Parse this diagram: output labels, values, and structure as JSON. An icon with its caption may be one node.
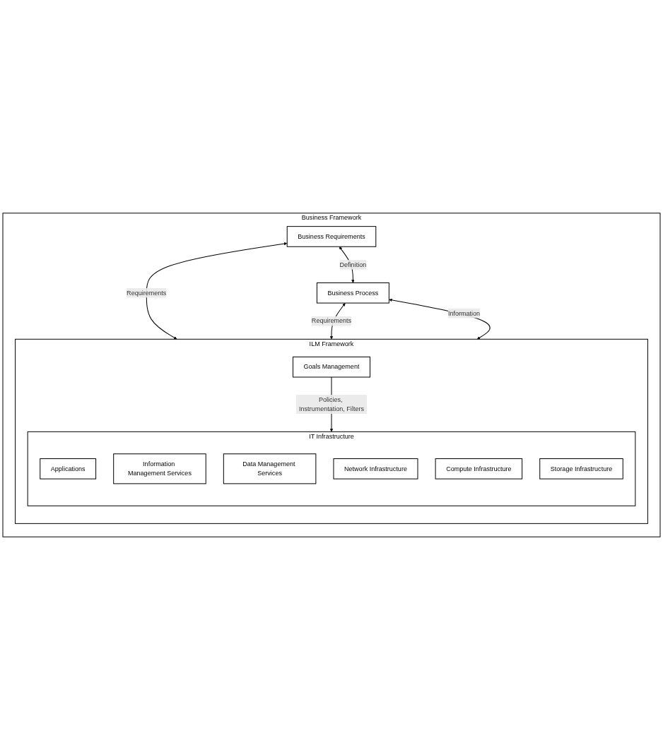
{
  "diagram": {
    "nodes": [
      {
        "text": [
          "Business Framework"
        ]
      },
      {
        "text": [
          "Business Requirements"
        ],
        "in": 0
      },
      {
        "text": [
          "Business Process"
        ],
        "in": 0
      },
      {
        "text": [
          "ILM Framework"
        ],
        "in": 0
      },
      {
        "text": [
          "Goals Management"
        ],
        "in": 3
      },
      {
        "text": [
          "IT Infrastructure"
        ],
        "in": 3
      },
      {
        "text": [
          "Applications"
        ],
        "in": 5
      },
      {
        "text": [
          "Information Management Services"
        ],
        "in": 5
      },
      {
        "text": [
          "Data Management Services"
        ],
        "in": 5
      },
      {
        "text": [
          "Network Infrastructure"
        ],
        "in": 5
      },
      {
        "text": [
          "Compute Infrastructure"
        ],
        "in": 5
      },
      {
        "text": [
          "Storage Infrastructure"
        ],
        "in": 5
      }
    ],
    "edges": [
      {
        "from": 1,
        "to": 2,
        "arrow": "both",
        "label": "Definition"
      },
      {
        "from": 1,
        "to": 3,
        "arrow": "both",
        "label": "Requirements"
      },
      {
        "from": 2,
        "to": 3,
        "arrow": "both",
        "label": "Requirements"
      },
      {
        "from": 2,
        "to": 3,
        "arrow": "both",
        "label": "Information"
      },
      {
        "from": 4,
        "to": 5,
        "arrow": "to",
        "label": "Policies, Instrumentation, Filters"
      }
    ]
  }
}
